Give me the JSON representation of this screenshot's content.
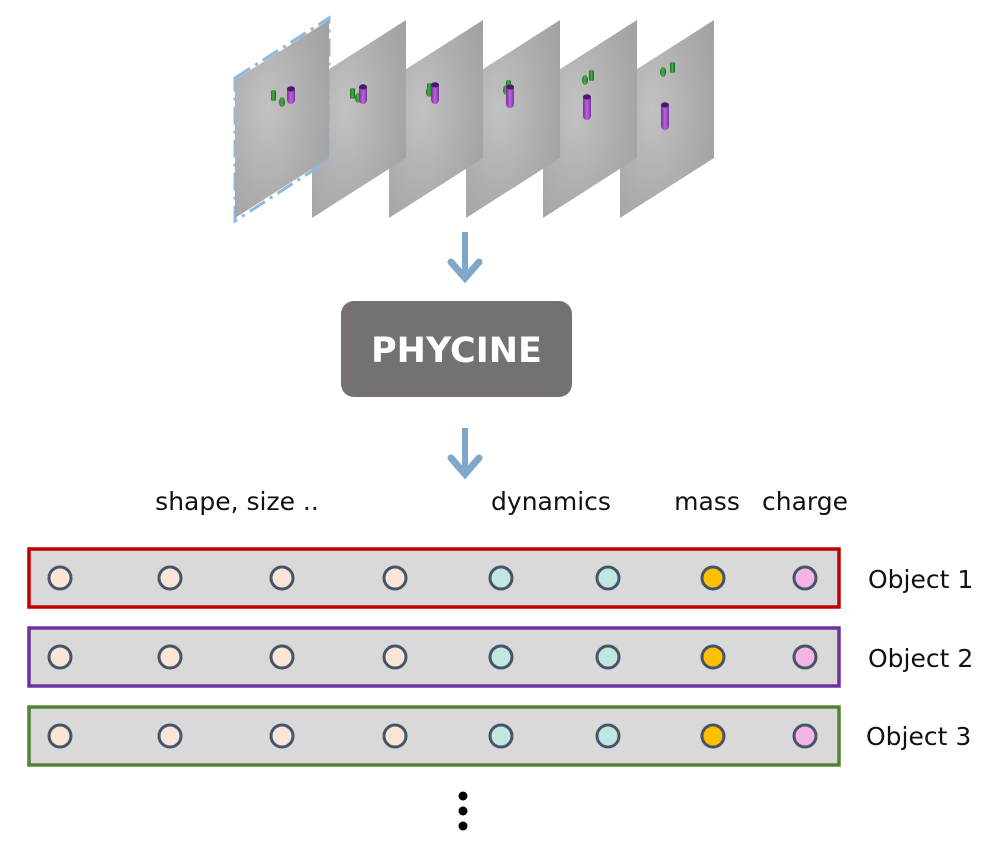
{
  "frames": {
    "count": 6,
    "description": "sequence of rendered video frames showing a green object and a purple cylinder moving apart",
    "first_frame_selected": true,
    "selection_color": "#8FB8DE"
  },
  "arrows": {
    "color": "#7FA7C9",
    "items": [
      {
        "name": "arrow-frames-to-model"
      },
      {
        "name": "arrow-model-to-representation"
      }
    ]
  },
  "model": {
    "label": "PHYCINE",
    "fill": "#757170",
    "text_color": "#FFFFFF"
  },
  "property_headers": [
    {
      "label": "shape, size .."
    },
    {
      "label": "dynamics"
    },
    {
      "label": "mass"
    },
    {
      "label": "charge"
    }
  ],
  "slot_types": [
    {
      "type": "shape-size",
      "fill": "#FBE5D6"
    },
    {
      "type": "shape-size",
      "fill": "#FBE5D6"
    },
    {
      "type": "shape-size",
      "fill": "#FBE5D6"
    },
    {
      "type": "shape-size",
      "fill": "#FBE5D6"
    },
    {
      "type": "dynamics",
      "fill": "#C2E7DE"
    },
    {
      "type": "dynamics",
      "fill": "#C2E7DE"
    },
    {
      "type": "mass",
      "fill": "#FFC000"
    },
    {
      "type": "charge",
      "fill": "#F4B5E4"
    }
  ],
  "slot_stroke": "#44546A",
  "row_fill": "#D9D9D9",
  "objects": [
    {
      "label": "Object 1",
      "border": "#C00000"
    },
    {
      "label": "Object 2",
      "border": "#7030A0"
    },
    {
      "label": "Object 3",
      "border": "#548235"
    }
  ],
  "continuation": {
    "symbol": "⋮",
    "meaning": "more objects"
  }
}
